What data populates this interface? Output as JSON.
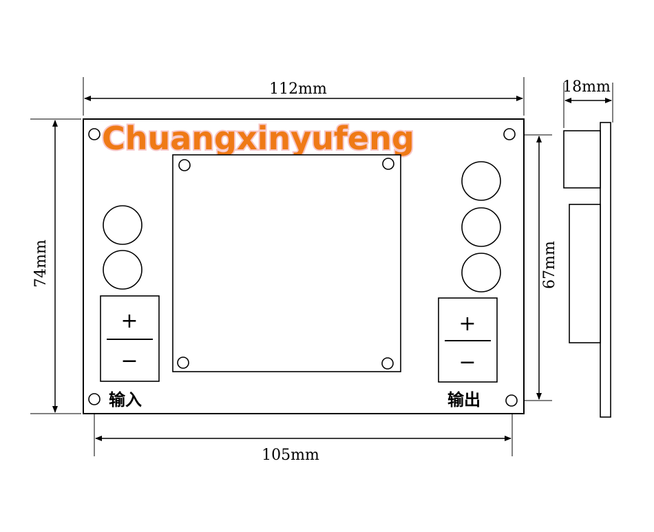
{
  "brand": "Chuangxinyufeng",
  "dimensions": {
    "top_width": "112mm",
    "bottom_width": "105mm",
    "left_height": "74mm",
    "right_height": "67mm",
    "side_depth": "18mm"
  },
  "terminals": {
    "input_label": "输入",
    "output_label": "输出",
    "plus": "+",
    "minus": "−"
  }
}
